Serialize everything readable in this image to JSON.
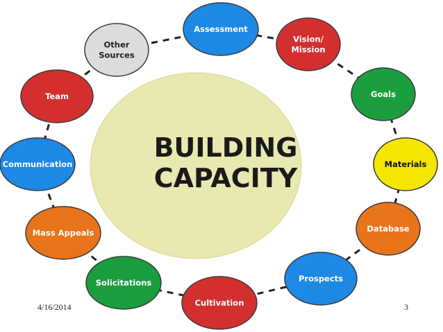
{
  "center": {
    "line1": "BUILDING",
    "line2": "CAPACITY",
    "color": "#e8e8b0"
  },
  "nodes": [
    {
      "lines": [
        "Assessment"
      ],
      "color": "#1e88e5",
      "text_color": "#ffffff"
    },
    {
      "lines": [
        "Vision/",
        "Mission"
      ],
      "color": "#d32f2f",
      "text_color": "#ffffff"
    },
    {
      "lines": [
        "Goals"
      ],
      "color": "#1b9e3e",
      "text_color": "#ffffff"
    },
    {
      "lines": [
        "Materials"
      ],
      "color": "#f5e600",
      "text_color": "#111111"
    },
    {
      "lines": [
        "Database"
      ],
      "color": "#e8741c",
      "text_color": "#ffffff"
    },
    {
      "lines": [
        "Prospects"
      ],
      "color": "#1e88e5",
      "text_color": "#ffffff"
    },
    {
      "lines": [
        "Cultivation"
      ],
      "color": "#d32f2f",
      "text_color": "#ffffff"
    },
    {
      "lines": [
        "Solicitations"
      ],
      "color": "#1b9e3e",
      "text_color": "#ffffff"
    },
    {
      "lines": [
        "Mass Appeals"
      ],
      "color": "#e8741c",
      "text_color": "#ffffff"
    },
    {
      "lines": [
        "Communication"
      ],
      "color": "#1e88e5",
      "text_color": "#ffffff"
    },
    {
      "lines": [
        "Team"
      ],
      "color": "#d32f2f",
      "text_color": "#ffffff"
    },
    {
      "lines": [
        "Other",
        "Sources"
      ],
      "color": "#dcdcdc",
      "text_color": "#222222"
    }
  ],
  "footer": {
    "date": "4/16/2014",
    "page": "3"
  }
}
